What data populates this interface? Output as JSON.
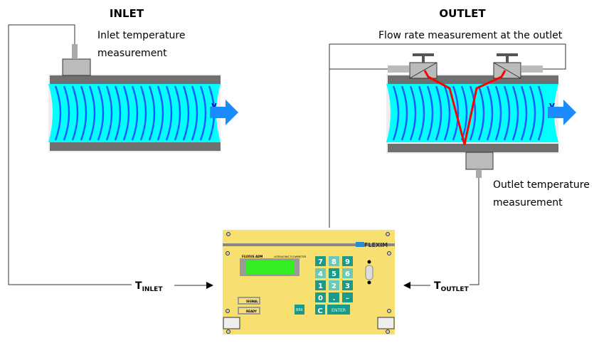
{
  "inlet": {
    "title": "INLET",
    "sensor_label_1": "Inlet temperature",
    "sensor_label_2": "measurement",
    "velocity": "v"
  },
  "outlet": {
    "title": "OUTLET",
    "flow_label": "Flow rate measurement  at the outlet",
    "sensor_label_1": "Outlet temperature",
    "sensor_label_2": "measurement",
    "velocity": "v"
  },
  "signals": {
    "t_inlet_main": "T",
    "t_inlet_sub": "INLET",
    "t_outlet_main": "T",
    "t_outlet_sub": "OUTLET"
  },
  "device": {
    "brand": "FLEXIM",
    "model": "FLUXUS ADM",
    "subtitle": "ULTRASONIC FLOWMETER",
    "signal_led": "SIGNAL",
    "ready_led": "READY",
    "keys": [
      "7",
      "8",
      "9",
      "4",
      "5",
      "6",
      "1",
      "2",
      "3",
      "0",
      ".",
      "–"
    ],
    "brk": "BRK",
    "clear": "C",
    "enter": "ENTER"
  },
  "colors": {
    "fluid": "#00ffff",
    "waves": "#1a5cff",
    "pipe": "#707070",
    "beam": "#ff0000",
    "arrow": "#1a8cff",
    "device": "#f8e070",
    "display": "#33ee22",
    "keys": "#1a9a8a"
  }
}
